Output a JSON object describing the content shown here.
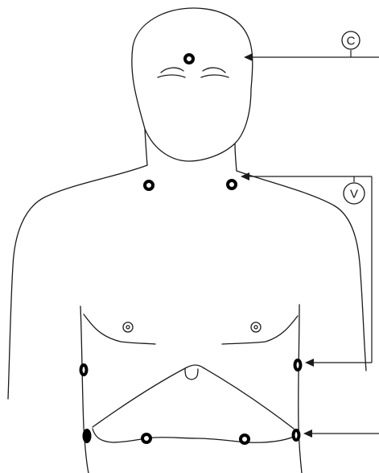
{
  "labels": {
    "top_badge": "C",
    "neck_badge": "V"
  },
  "colors": {
    "ink": "#1a1a1a",
    "electrode": "#000000",
    "background": "#ffffff"
  },
  "electrodes": [
    {
      "name": "forehead",
      "style": "ring"
    },
    {
      "name": "neck-left",
      "style": "ring"
    },
    {
      "name": "neck-right",
      "style": "ring"
    },
    {
      "name": "side-left",
      "style": "oval-ring"
    },
    {
      "name": "side-right",
      "style": "oval-ring"
    },
    {
      "name": "lower-left-side",
      "style": "solid-oval"
    },
    {
      "name": "lower-left-abdomen",
      "style": "ring"
    },
    {
      "name": "lower-right-abdomen",
      "style": "ring"
    },
    {
      "name": "lower-right-side",
      "style": "oval-ring"
    }
  ]
}
